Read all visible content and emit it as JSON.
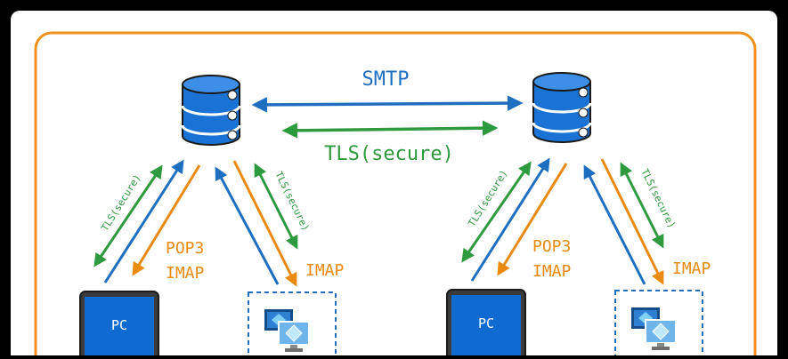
{
  "colors": {
    "frame": "#f0901e",
    "blue": "#1e6fc0",
    "green": "#2e9a3e",
    "orange": "#ea8a10",
    "db_fill": "#1a72d4",
    "pc_fill": "#0f6ad1",
    "pc_border": "#555555"
  },
  "top_link": {
    "smtp_label": "SMTP",
    "tls_label": "TLS(secure)"
  },
  "left_group": {
    "server_icon": "database-icon",
    "tls_left_label": "TLS(secure)",
    "tls_right_label": "TLS(secure)",
    "pop_label": "POP3",
    "imap_label_1": "IMAP",
    "imap_label_2": "IMAP",
    "pc_label": "PC",
    "client_icon": "virtual-desktop-icon"
  },
  "right_group": {
    "server_icon": "database-icon",
    "tls_left_label": "TLS(secure)",
    "tls_right_label": "TLS(secure)",
    "pop_label": "POP3",
    "imap_label_1": "IMAP",
    "imap_label_2": "IMAP",
    "pc_label": "PC",
    "client_icon": "virtual-desktop-icon"
  }
}
